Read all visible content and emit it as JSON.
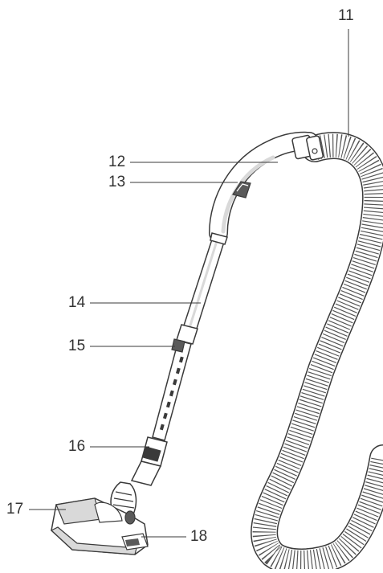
{
  "colors": {
    "line": "#3a3a3a",
    "fill": "#ffffff",
    "shade": "#d9d9d9",
    "dark": "#5a5a5a"
  },
  "labels": {
    "l11": "11",
    "l12": "12",
    "l13": "13",
    "l14": "14",
    "l15": "15",
    "l16": "16",
    "l17": "17",
    "l18": "18"
  }
}
